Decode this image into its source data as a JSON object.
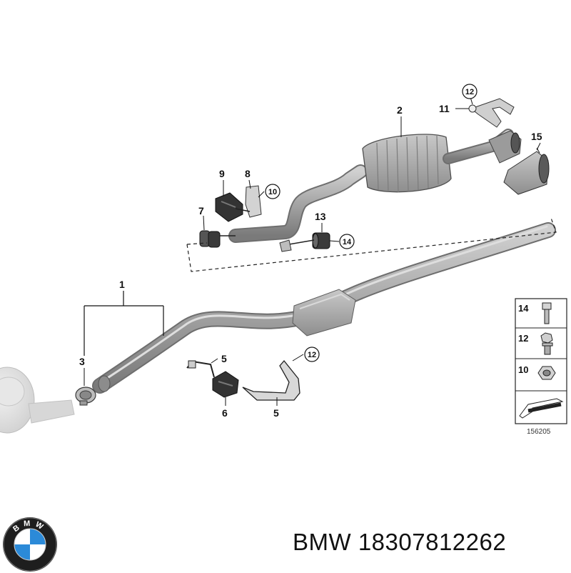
{
  "callouts": {
    "c1": "1",
    "c2": "2",
    "c3": "3",
    "c5a": "5",
    "c5b": "5",
    "c6": "6",
    "c7": "7",
    "c8": "8",
    "c9": "9",
    "c11": "11",
    "c13": "13",
    "c15": "15"
  },
  "circled": {
    "c10": "10",
    "c12a": "12",
    "c12b": "12",
    "c14": "14"
  },
  "legend": {
    "items": [
      {
        "number": "14",
        "icon": "bolt-icon"
      },
      {
        "number": "12",
        "icon": "flange-bolt-icon"
      },
      {
        "number": "10",
        "icon": "hex-nut-icon"
      }
    ],
    "direction_icon": "forward-arrow-icon"
  },
  "diagram_ref": "156205",
  "brand": {
    "logo_letters": "BMW",
    "name": "BMW",
    "part_number": "18307812262"
  },
  "colors": {
    "pipe": "#a7a7a7",
    "pipe_dark": "#7d7d7d",
    "line": "#1a1a1a",
    "background": "#ffffff",
    "logo_blue": "#2b8ad8"
  }
}
